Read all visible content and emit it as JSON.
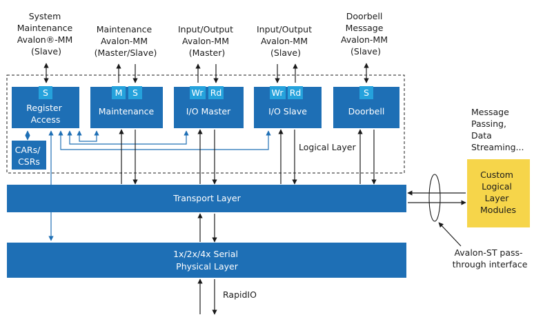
{
  "interfaces": {
    "system_maintenance": [
      "System",
      "Maintenance",
      "Avalon®-MM",
      "(Slave)"
    ],
    "maintenance": [
      "Maintenance",
      "Avalon-MM",
      "(Master/Slave)"
    ],
    "io_master": [
      "Input/Output",
      "Avalon-MM",
      "(Master)"
    ],
    "io_slave": [
      "Input/Output",
      "Avalon-MM",
      "(Slave)"
    ],
    "doorbell": [
      "Doorbell",
      "Message",
      "Avalon-MM",
      "(Slave)"
    ]
  },
  "blocks": {
    "register_access": [
      "Register",
      "Access"
    ],
    "maintenance": "Maintenance",
    "io_master": "I/O Master",
    "io_slave": "I/O Slave",
    "doorbell": "Doorbell",
    "cars_csrs": [
      "CARs/",
      "CSRs"
    ],
    "transport": "Transport Layer",
    "physical": [
      "1x/2x/4x Serial",
      "Physical Layer"
    ],
    "custom": [
      "Custom",
      "Logical",
      "Layer",
      "Modules"
    ]
  },
  "ports": {
    "s": "S",
    "m": "M",
    "wr": "Wr",
    "rd": "Rd"
  },
  "labels": {
    "logical_layer": "Logical Layer",
    "message_passing": [
      "Message",
      "Passing,",
      "Data",
      "Streaming..."
    ],
    "avalon_st": [
      "Avalon-ST pass-",
      "through interface"
    ],
    "rapidio": "RapidIO"
  },
  "colors": {
    "block": "#1e6fb5",
    "port": "#25a2dc",
    "custom": "#f6d54a"
  }
}
